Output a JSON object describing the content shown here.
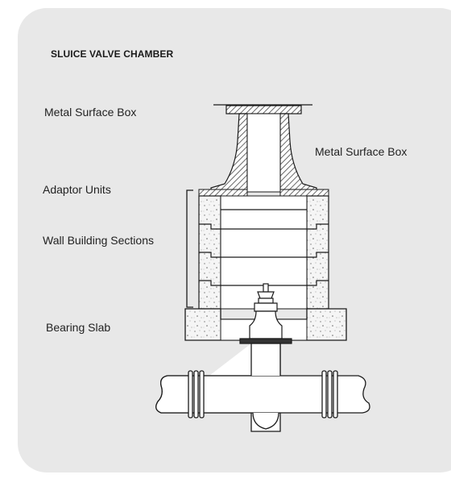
{
  "title": "SLUICE VALVE CHAMBER",
  "labels": {
    "metal_surface_box_left": "Metal Surface Box",
    "metal_surface_box_right": "Metal Surface Box",
    "adaptor_units": "Adaptor Units",
    "wall_building_sections": "Wall Building Sections",
    "bearing_slab": "Bearing Slab"
  },
  "colors": {
    "panel_background": "#e8e8e8",
    "line": "#1a1a1a",
    "hatch": "#555555",
    "concrete_fill": "#f2f2f2"
  }
}
